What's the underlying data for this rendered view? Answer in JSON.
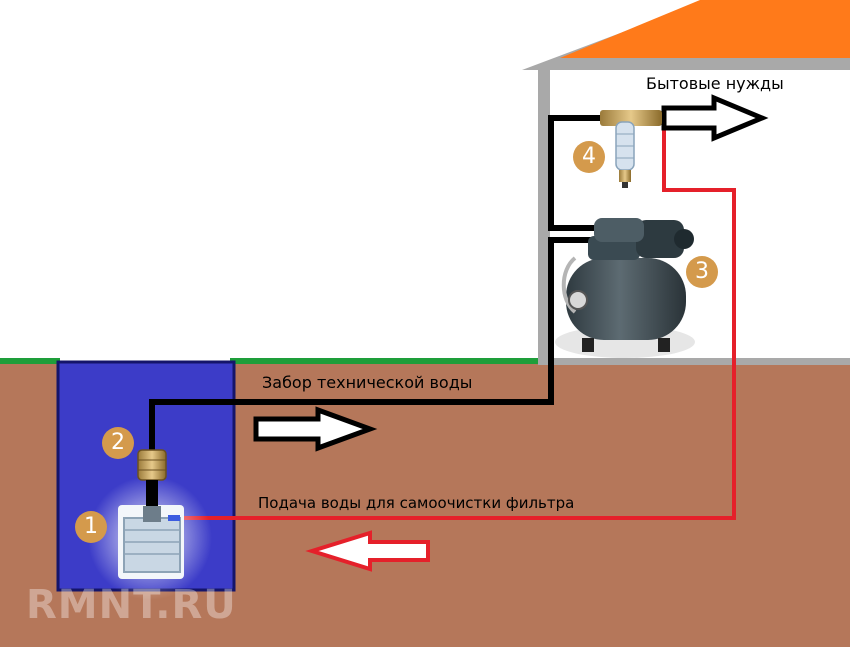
{
  "labels": {
    "household": "Бытовые нужды",
    "technical_water": "Забор технической воды",
    "self_cleaning": "Подача воды для самоочистки фильтра"
  },
  "badges": [
    "1",
    "2",
    "3",
    "4"
  ],
  "watermark": "RMNT.RU",
  "colors": {
    "soil": "#B5775A",
    "grass": "#1E9E3A",
    "pit": "#3C3CC8",
    "roof": "#FF7A1A",
    "wall": "#A9A9A9",
    "pipe": "#000000",
    "return_pipe": "#E5202A",
    "badge": "#D49A4C"
  }
}
